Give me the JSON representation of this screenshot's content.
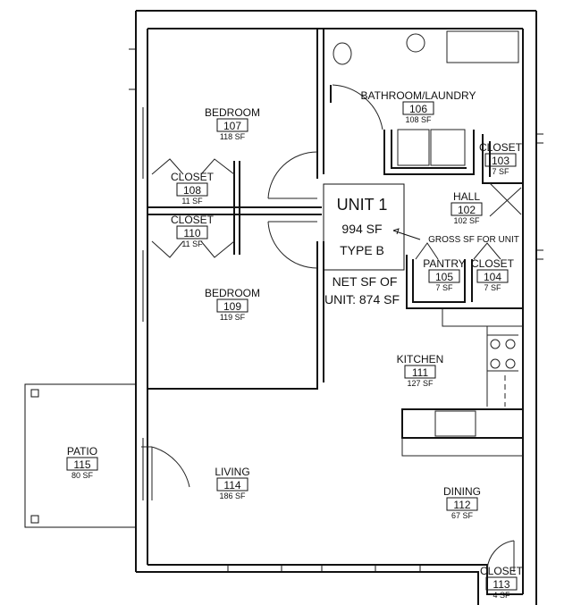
{
  "unit": {
    "title": "UNIT 1",
    "gross_sf": "994 SF",
    "type": "TYPE B",
    "gross_note": "GROSS SF FOR UNIT",
    "net_line1": "NET SF OF",
    "net_line2": "UNIT: 874 SF"
  },
  "rooms": [
    {
      "name": "BEDROOM",
      "number": "107",
      "area": "118 SF"
    },
    {
      "name": "CLOSET",
      "number": "108",
      "area": "11 SF"
    },
    {
      "name": "CLOSET",
      "number": "110",
      "area": "11 SF"
    },
    {
      "name": "BEDROOM",
      "number": "109",
      "area": "119 SF"
    },
    {
      "name": "BATHROOM/LAUNDRY",
      "number": "106",
      "area": "108 SF"
    },
    {
      "name": "CLOSET",
      "number": "103",
      "area": "7 SF"
    },
    {
      "name": "HALL",
      "number": "102",
      "area": "102 SF"
    },
    {
      "name": "PANTRY",
      "number": "105",
      "area": "7 SF"
    },
    {
      "name": "CLOSET",
      "number": "104",
      "area": "7 SF"
    },
    {
      "name": "KITCHEN",
      "number": "111",
      "area": "127 SF"
    },
    {
      "name": "PATIO",
      "number": "115",
      "area": "80 SF"
    },
    {
      "name": "LIVING",
      "number": "114",
      "area": "186 SF"
    },
    {
      "name": "DINING",
      "number": "112",
      "area": "67 SF"
    },
    {
      "name": "CLOSET",
      "number": "113",
      "area": "4 SF"
    }
  ]
}
